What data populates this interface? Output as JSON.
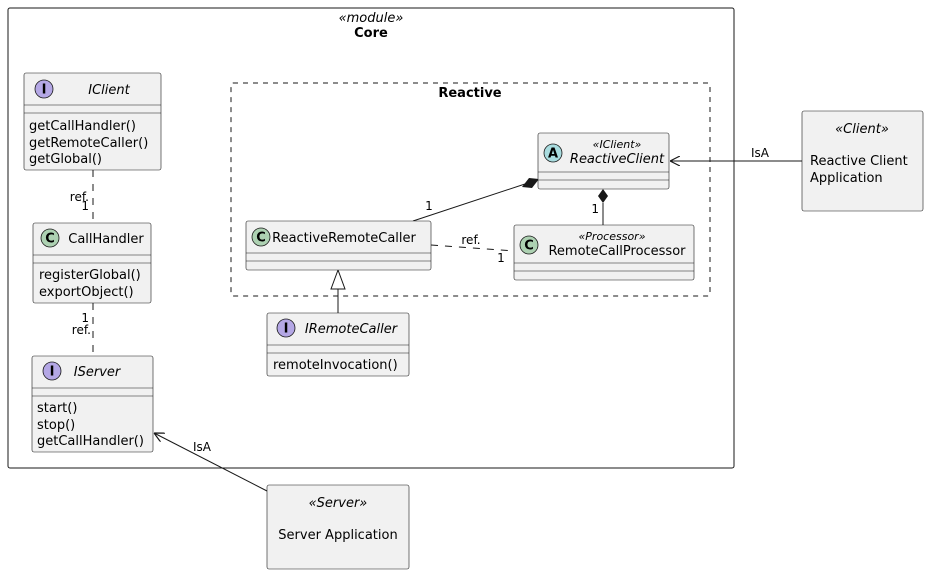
{
  "module": {
    "stereotype": "«module»",
    "name": "Core"
  },
  "package": {
    "name": "Reactive"
  },
  "classes": {
    "iclient": {
      "kind": "I",
      "name": "IClient",
      "methods": [
        "getCallHandler()",
        "getRemoteCaller()",
        "getGlobal()"
      ]
    },
    "callhandler": {
      "kind": "C",
      "name": "CallHandler",
      "methods": [
        "registerGlobal()",
        "exportObject()"
      ]
    },
    "iserver": {
      "kind": "I",
      "name": "IServer",
      "methods": [
        "start()",
        "stop()",
        "getCallHandler()"
      ]
    },
    "reactiveclient": {
      "kind": "A",
      "stereotype": "«IClient»",
      "name": "ReactiveClient"
    },
    "reactiveremotecaller": {
      "kind": "C",
      "name": "ReactiveRemoteCaller"
    },
    "remotecallprocessor": {
      "kind": "C",
      "stereotype": "«Processor»",
      "name": "RemoteCallProcessor"
    },
    "iremotecaller": {
      "kind": "I",
      "name": "IRemoteCaller",
      "methods": [
        "remoteInvocation()"
      ]
    }
  },
  "nodes": {
    "client_app": {
      "stereotype": "«Client»",
      "lines": [
        "Reactive Client",
        "Application"
      ]
    },
    "server_app": {
      "stereotype": "«Server»",
      "lines": [
        "Server Application"
      ]
    }
  },
  "relations": {
    "iclient_callhandler": {
      "label": "ref.",
      "mult": "1"
    },
    "callhandler_iserver": {
      "label": "ref.",
      "mult": "1"
    },
    "rrc_rc": {
      "mult": "1"
    },
    "rcp_rc": {
      "mult": "1"
    },
    "rrc_rcp": {
      "label": "ref.",
      "mult": "1"
    },
    "client_isa": {
      "label": "IsA"
    },
    "server_isa": {
      "label": "IsA"
    }
  },
  "colors": {
    "interface": "#b4a7e5",
    "class": "#add1b2",
    "abstract": "#a9dcdf",
    "box": "#f1f1f1",
    "line": "#181818"
  }
}
